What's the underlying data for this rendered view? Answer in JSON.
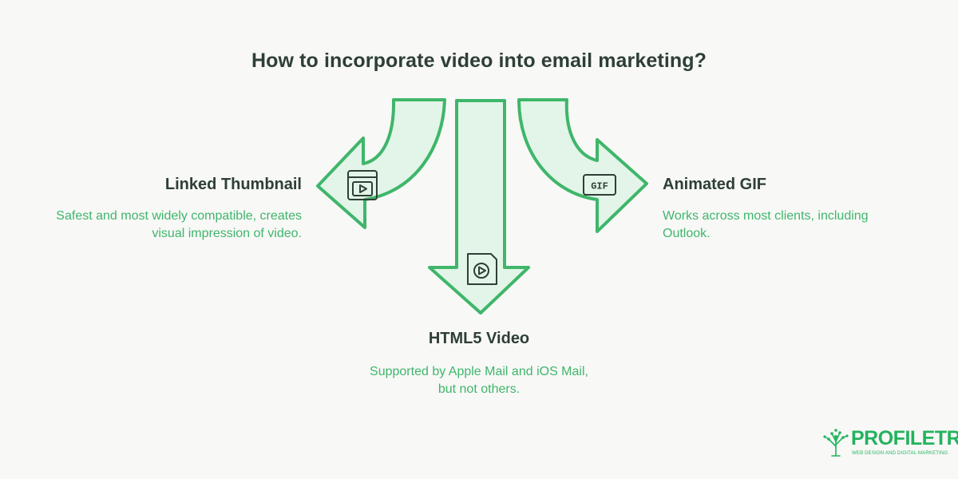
{
  "title": "How to incorporate video into email marketing?",
  "colors": {
    "accent": "#3fb66a",
    "arrow_fill": "#e2f5e8",
    "text_dark": "#2e3f35"
  },
  "options": [
    {
      "heading": "Linked Thumbnail",
      "description": "Safest and most widely compatible, creates visual impression of video.",
      "icon": "video-thumbnail-icon"
    },
    {
      "heading": "HTML5 Video",
      "description": "Supported by Apple Mail and iOS Mail, but not others.",
      "icon": "video-file-icon"
    },
    {
      "heading": "Animated GIF",
      "description": "Works across most clients, including Outlook.",
      "icon": "gif-icon",
      "icon_text": "GIF"
    }
  ],
  "logo": {
    "name": "PROFILETREE",
    "tagline": "WEB DESIGN AND DIGITAL MARKETING",
    "icon": "tree-icon"
  }
}
